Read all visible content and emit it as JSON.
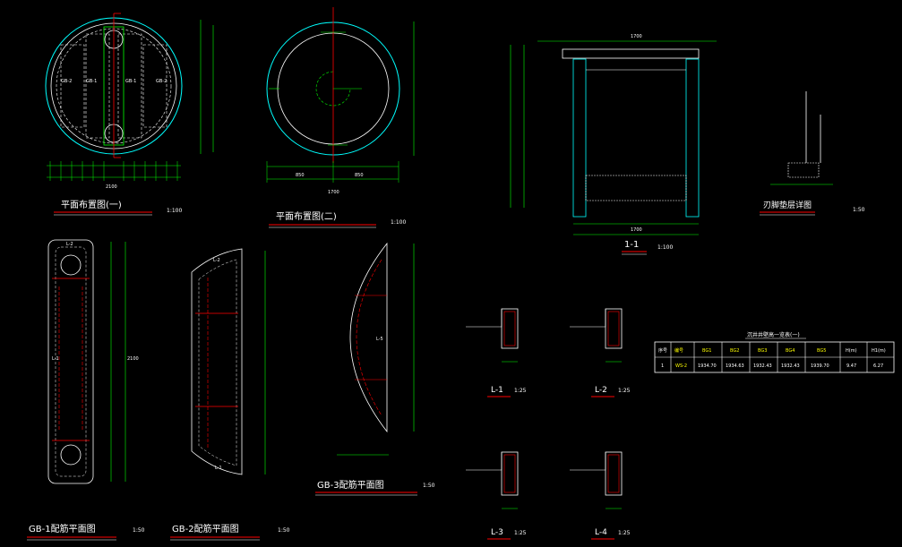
{
  "colors": {
    "background": "#000000",
    "cyan": "#00ffff",
    "white": "#ffffff",
    "green": "#00ff00",
    "red": "#ff0000",
    "yellow": "#ffff00",
    "magenta": "#ff00ff"
  },
  "views": {
    "plan1": {
      "title": "平面布置图(一)",
      "scale": "1:100",
      "slab_labels": [
        "GB-2",
        "GB-1",
        "GB-1",
        "GB-2"
      ],
      "dim_total": "2100"
    },
    "plan2": {
      "title": "平面布置图(二)",
      "scale": "1:100",
      "dim_total": "1700",
      "dim_parts": [
        "850",
        "850"
      ]
    },
    "section": {
      "title": "1-1",
      "scale": "1:100",
      "dim_top": "1700",
      "dim_bottom": "1700"
    },
    "detail": {
      "title": "刃脚垫层详图",
      "scale": "1:50"
    },
    "gb1": {
      "title": "GB-1配筋平面图",
      "scale": "1:50",
      "label_l1": "L-1",
      "label_l2": "L-2",
      "dim": "2100"
    },
    "gb2": {
      "title": "GB-2配筋平面图",
      "scale": "1:50",
      "label_l2": "L-2",
      "label_l1": "L-1"
    },
    "gb3": {
      "title": "GB-3配筋平面图",
      "scale": "1:50",
      "label": "L-5"
    },
    "beams": [
      {
        "title": "L-1",
        "scale": "1:25"
      },
      {
        "title": "L-2",
        "scale": "1:25"
      },
      {
        "title": "L-3",
        "scale": "1:25"
      },
      {
        "title": "L-4",
        "scale": "1:25"
      }
    ],
    "table": {
      "title": "沉井井壁高一览表(一)",
      "headers": [
        "序号",
        "编号",
        "BG1",
        "BG2",
        "BG3",
        "BG4",
        "BG5",
        "H(m)",
        "H1(m)"
      ],
      "rows": [
        [
          "1",
          "WS-2",
          "1934.70",
          "1934.63",
          "1932.43",
          "1932.43",
          "1939.70",
          "9.47",
          "6.27"
        ]
      ]
    }
  }
}
